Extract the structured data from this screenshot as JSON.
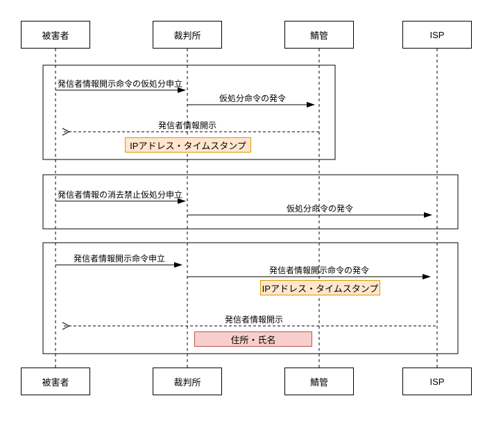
{
  "diagram": {
    "type": "sequence-diagram",
    "actors": [
      {
        "id": "victim",
        "label": "被害者"
      },
      {
        "id": "court",
        "label": "裁判所"
      },
      {
        "id": "server-admin",
        "label": "鯖管"
      },
      {
        "id": "isp",
        "label": "ISP"
      }
    ],
    "frames": [
      {
        "messages": [
          {
            "label": "発信者情報開示命令の仮処分申立",
            "from": "被害者",
            "to": "裁判所",
            "style": "solid"
          },
          {
            "label": "仮処分命令の発令",
            "from": "裁判所",
            "to": "鯖管",
            "style": "solid"
          },
          {
            "label": "発信者情報開示",
            "from": "鯖管",
            "to": "被害者",
            "style": "dashed"
          }
        ],
        "notes": [
          {
            "label": "IPアドレス・タイムスタンプ",
            "color": "orange"
          }
        ]
      },
      {
        "messages": [
          {
            "label": "発信者情報の消去禁止仮処分申立",
            "from": "被害者",
            "to": "裁判所",
            "style": "solid"
          },
          {
            "label": "仮処分命令の発令",
            "from": "裁判所",
            "to": "ISP",
            "style": "solid"
          }
        ],
        "notes": []
      },
      {
        "messages": [
          {
            "label": "発信者情報開示命令申立",
            "from": "被害者",
            "to": "裁判所",
            "style": "solid"
          },
          {
            "label": "発信者情報開示命令の発令",
            "from": "裁判所",
            "to": "ISP",
            "style": "solid"
          },
          {
            "label": "発信者情報開示",
            "from": "ISP",
            "to": "被害者",
            "style": "dashed"
          }
        ],
        "notes": [
          {
            "label": "IPアドレス・タイムスタンプ",
            "color": "orange"
          },
          {
            "label": "住所・氏名",
            "color": "pink"
          }
        ]
      }
    ],
    "colors": {
      "line": "#000000",
      "note_orange_fill": "#ffe6cc",
      "note_orange_border": "#d79b00",
      "note_pink_fill": "#f8cecc",
      "note_pink_border": "#b85450"
    }
  }
}
